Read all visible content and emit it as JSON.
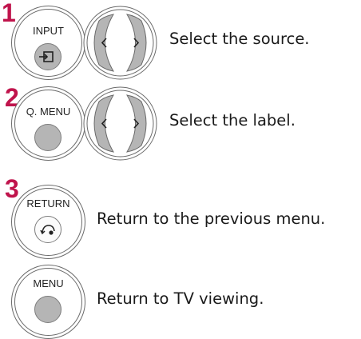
{
  "steps": [
    {
      "number": "1",
      "button_label": "INPUT",
      "button_icon": "input-source-icon",
      "description": "Select the source."
    },
    {
      "number": "2",
      "button_label": "Q. MENU",
      "button_icon": "none",
      "description": "Select the label."
    },
    {
      "number": "3",
      "button_label": "RETURN",
      "button_icon": "return-arrow-icon",
      "description": "Return to the previous menu."
    },
    {
      "number": "",
      "button_label": "MENU",
      "button_icon": "none",
      "description": "Return to TV viewing."
    }
  ],
  "colors": {
    "step_number": "#c0144c",
    "key_grey": "#b5b5b5",
    "outline": "#6a6a6a"
  }
}
